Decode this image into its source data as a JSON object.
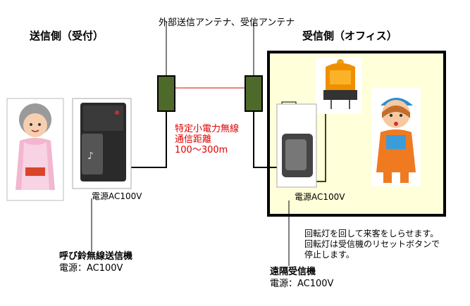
{
  "sender": {
    "title": "送信側（受付）",
    "power": "電源AC100V",
    "device_name": "呼び鈴無線送信機",
    "device_power": "電源：AC100V"
  },
  "antenna": {
    "title": "外部送信アンテナ、受信アンテナ"
  },
  "radio_link": {
    "line1": "特定小電力無線",
    "line2": "通信距離",
    "line3": "100～300m"
  },
  "receiver": {
    "title": "受信側（オフィス）",
    "power": "電源AC100V",
    "note_line1": "回転灯を回して来客をしらせます。",
    "note_line2": "回転灯は受信機のリセットボタンで",
    "note_line3": "停止します。",
    "device_name": "遠隔受信機",
    "device_power": "電源：AC100V"
  },
  "colors": {
    "office_fill": "#ffffd9",
    "antenna_fill": "#4d6a2a",
    "radio_text": "#e00000"
  }
}
